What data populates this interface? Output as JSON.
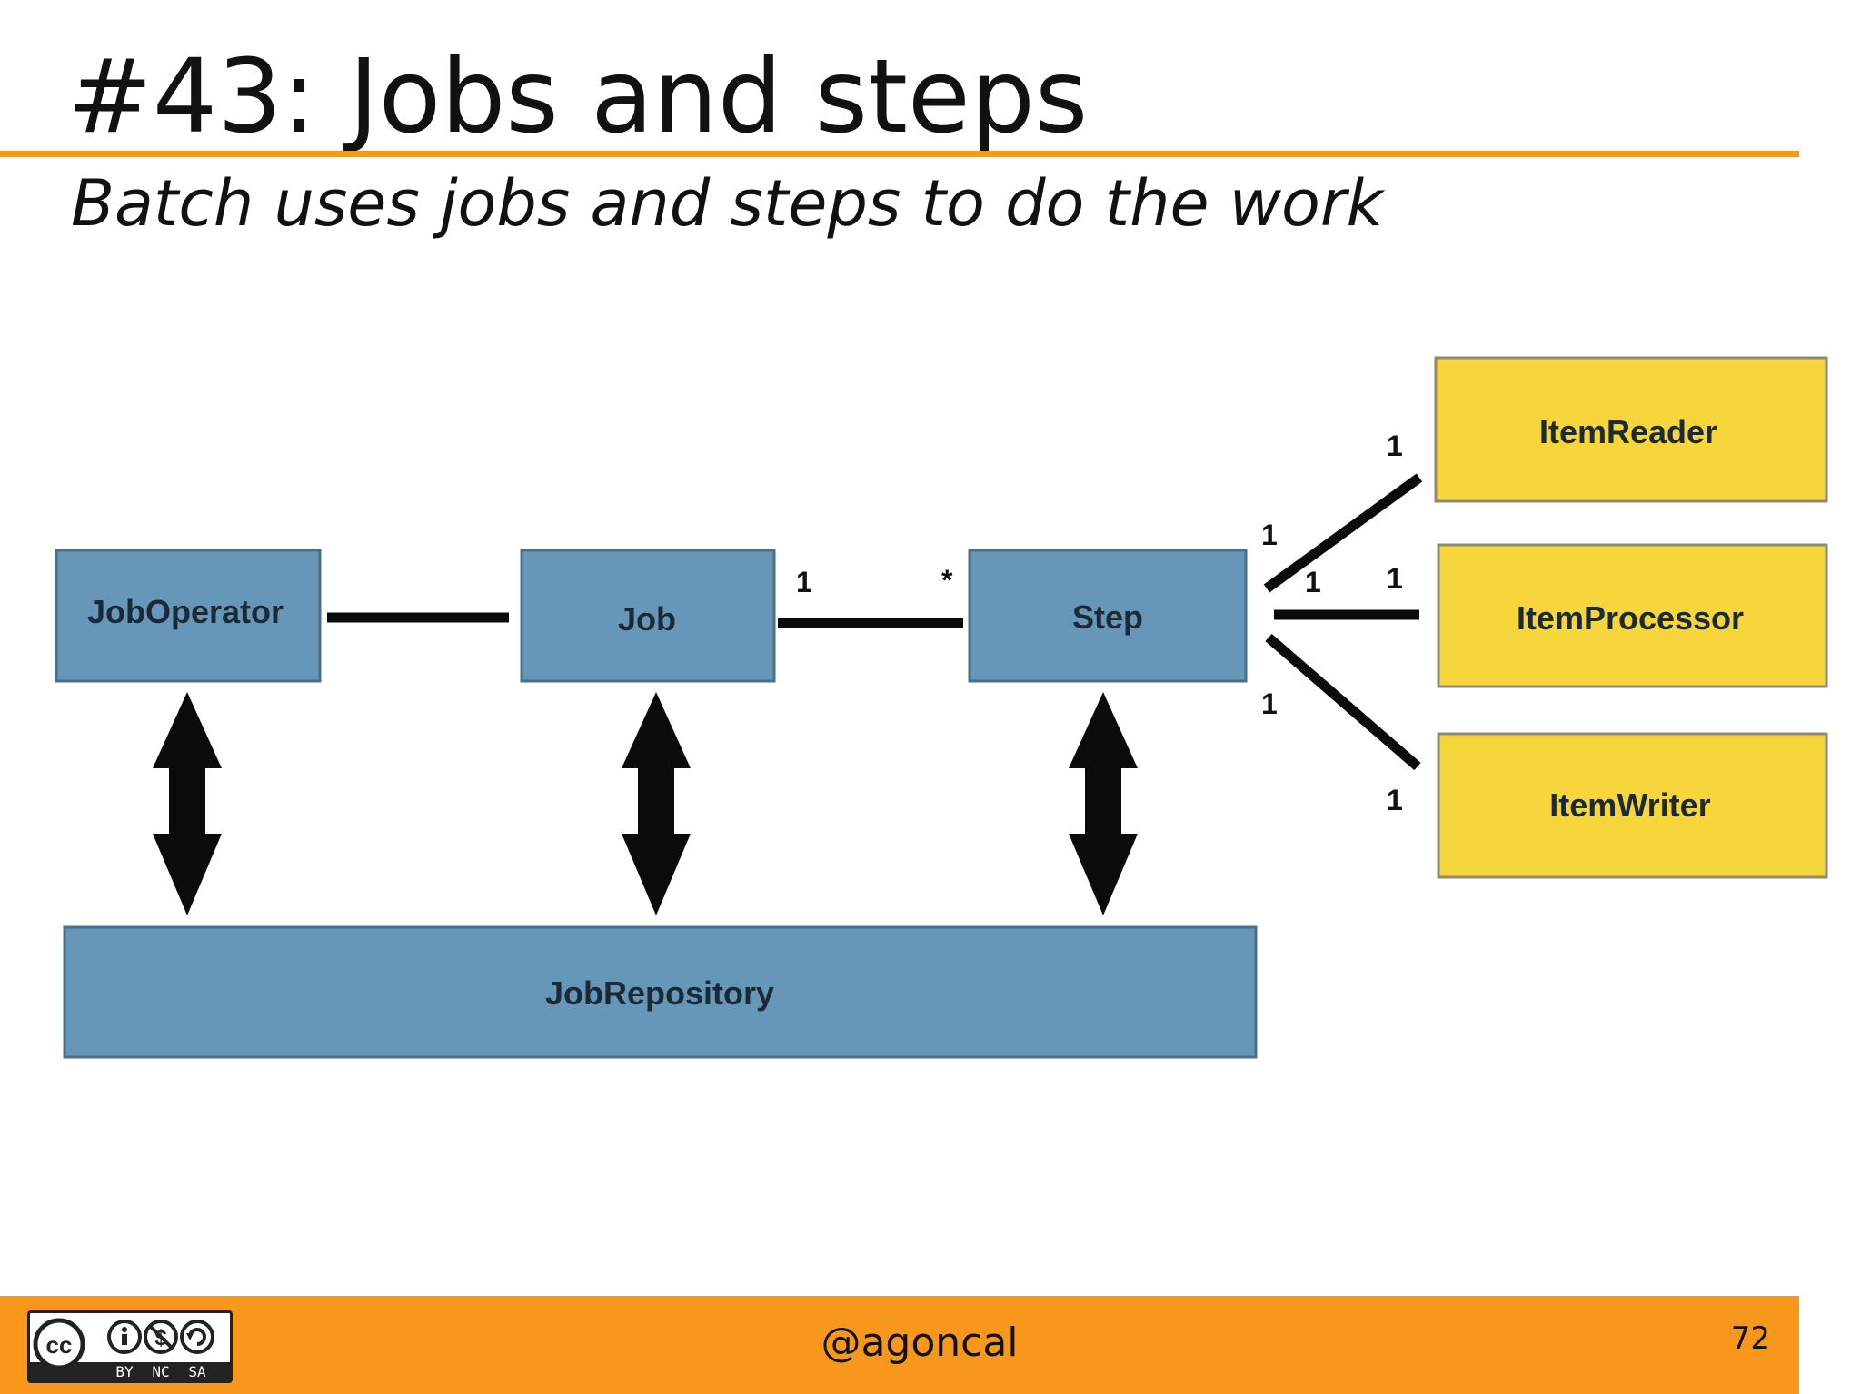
{
  "slide": {
    "title": "#43: Jobs and steps",
    "subtitle": "Batch uses jobs and steps to do the work"
  },
  "diagram": {
    "boxes": {
      "job_operator": "JobOperator",
      "job": "Job",
      "step": "Step",
      "job_repository": "JobRepository",
      "item_reader": "ItemReader",
      "item_processor": "ItemProcessor",
      "item_writer": "ItemWriter"
    },
    "multiplicities": {
      "job_side": "1",
      "step_side": "*",
      "step_to_reader": "1",
      "reader": "1",
      "step_to_processor": "1",
      "processor": "1",
      "step_to_writer": "1",
      "writer": "1"
    },
    "colors": {
      "core_box": "#6797b8",
      "item_box": "#f6d63a",
      "accent": "#f39a1b"
    }
  },
  "footer": {
    "license_icon": "creative-commons-by-nc-sa-icon",
    "license_labels": [
      "BY",
      "NC",
      "SA"
    ],
    "handle": "@agoncal",
    "page_number": "72"
  }
}
